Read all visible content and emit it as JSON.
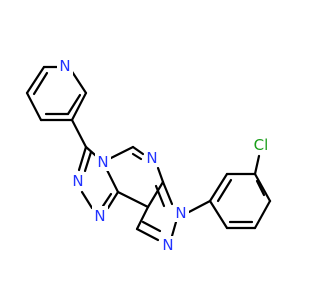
{
  "colors": {
    "nitrogen": "#2233ff",
    "chlorine": "#1a9e1a",
    "bond": "#000000",
    "background": "#ffffff"
  },
  "atoms": {
    "n_pyridine": "N",
    "n_triazole_1": "N",
    "n_triazole_2": "N",
    "n_triazole_bridge": "N",
    "n_pyrimidine": "N",
    "n_pyrazole_1": "N",
    "n_pyrazole_2": "N",
    "cl_substituent": "Cl"
  }
}
